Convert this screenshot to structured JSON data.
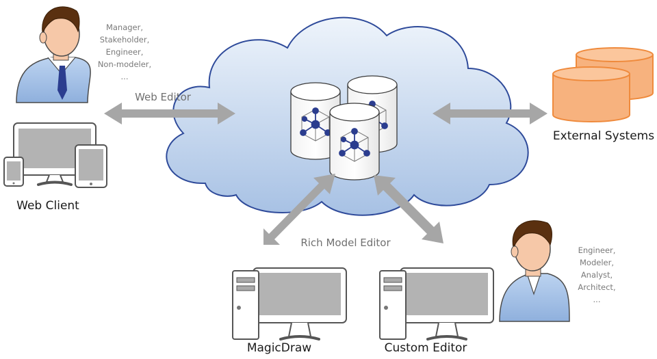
{
  "cloud": {
    "repositories": [
      "database-server-icon",
      "database-server-icon",
      "database-server-icon"
    ]
  },
  "web_client": {
    "label": "Web Client",
    "roles": [
      "Manager,",
      "Stakeholder,",
      "Engineer,",
      "Non-modeler,",
      "..."
    ],
    "devices": [
      "desktop-monitor-icon",
      "tablet-icon",
      "phone-icon"
    ]
  },
  "web_editor": {
    "label": "Web Editor"
  },
  "external_systems": {
    "label": "External Systems"
  },
  "rich_model_editor": {
    "label": "Rich Model Editor"
  },
  "magicdraw": {
    "label": "MagicDraw"
  },
  "custom_editor": {
    "label": "Custom Editor"
  },
  "modeler_roles": [
    "Engineer,",
    "Modeler,",
    "Analyst,",
    "Architect,",
    "..."
  ],
  "colors": {
    "cloud_fill_top": "#e8f0fa",
    "cloud_fill_bottom": "#a9c3e5",
    "cloud_stroke": "#2e4a9a",
    "arrow": "#a6a6a6",
    "external_fill": "#f7b27e",
    "external_stroke": "#ef8a3c",
    "node_blue": "#2b3d8f",
    "monitor_screen": "#b3b3b3",
    "device_outline": "#555555"
  }
}
